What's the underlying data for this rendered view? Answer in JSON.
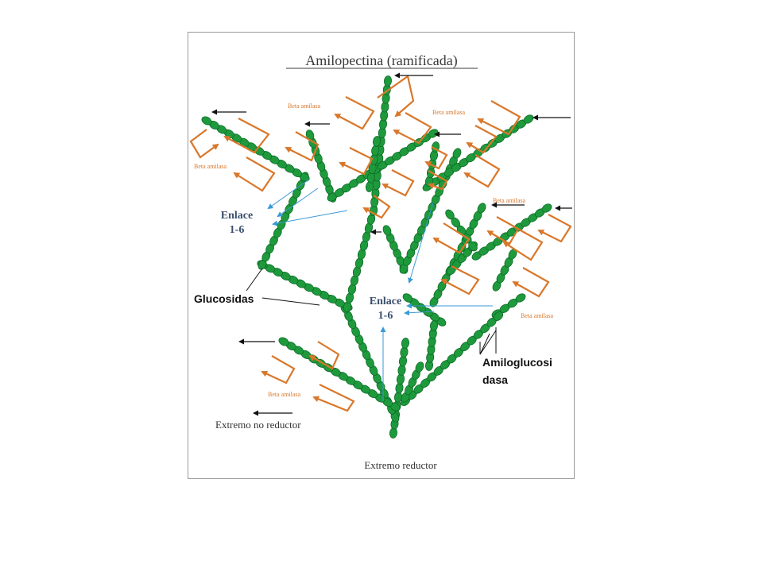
{
  "title": "Amilopectina (ramificada)",
  "labels": {
    "beta": "Beta amilasa",
    "enlace_line1": "Enlace",
    "enlace_line2": "1-6",
    "glucosidas": "Glucosidas",
    "amiloglucosidasa_line1": "Amiloglucosi",
    "amiloglucosidasa_line2": "dasa",
    "extremo_no_reductor": "Extremo no  reductor",
    "extremo_reductor": "Extremo reductor"
  },
  "colors": {
    "chain": "#1e9a3c",
    "chain_dark": "#0d6b27",
    "beta_arrow": "#d9772a",
    "enlace_arrow": "#3a9ad6",
    "black": "#111111"
  }
}
